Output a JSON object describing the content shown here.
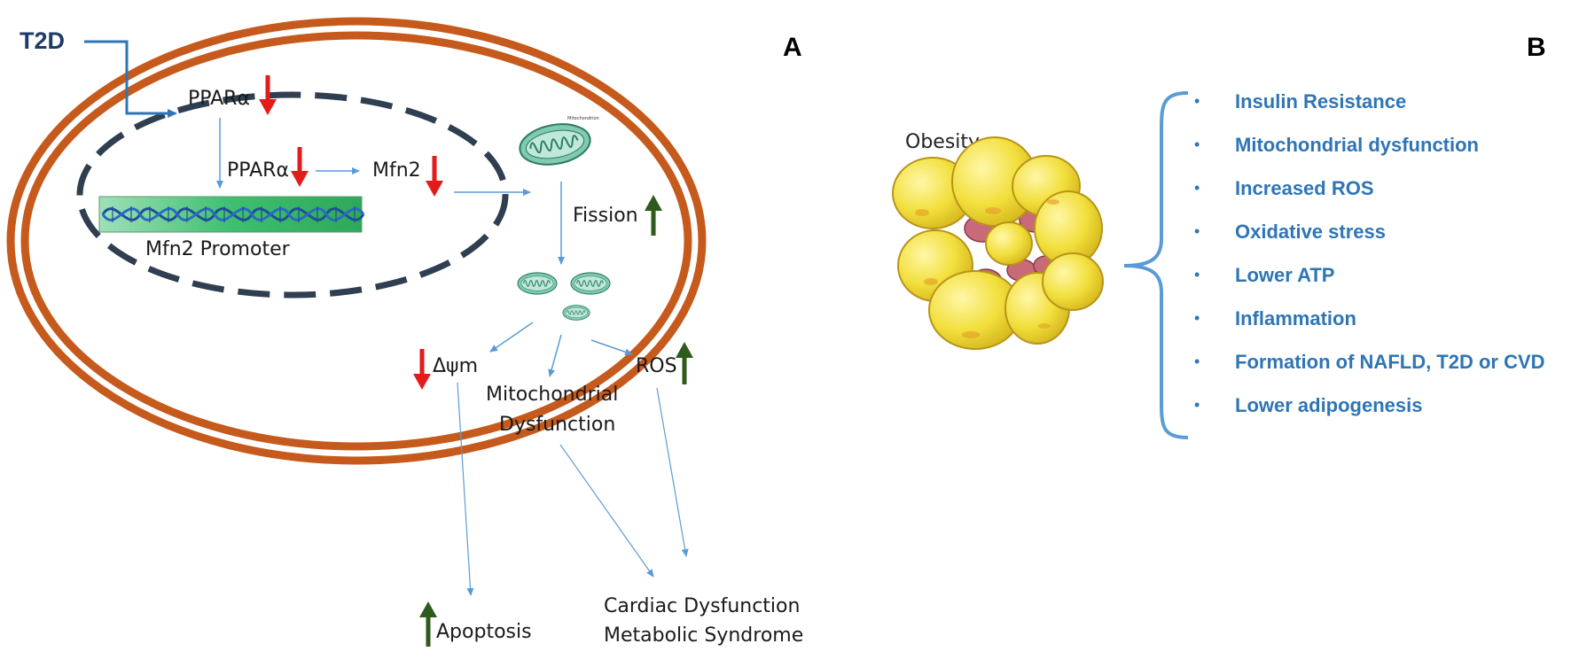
{
  "panel_a": {
    "panel_label": "A",
    "trigger": "T2D",
    "ppar_cytoplasm": "PPARα",
    "ppar_nucleus": "PPARα",
    "mfn2": "Mfn2",
    "promoter": "Mfn2 Promoter",
    "mito_label": "Mitochondrion",
    "fission": "Fission",
    "dpsi": "Δψm",
    "ros": "ROS",
    "mito_dysfunction": [
      "Mitochondrial",
      "Dysfunction"
    ],
    "apoptosis": "Apoptosis",
    "outcomes": [
      "Cardiac Dysfunction",
      "Metabolic Syndrome"
    ]
  },
  "panel_b": {
    "panel_label": "B",
    "obesity": "Obesity",
    "effects": [
      "Insulin Resistance",
      "Mitochondrial dysfunction",
      "Increased ROS",
      "Oxidative stress",
      "Lower ATP",
      "Inflammation",
      "Formation of NAFLD, T2D or CVD",
      "Lower adipogenesis"
    ],
    "bullet": "•"
  },
  "colors": {
    "cell_membrane": "#c55a1c",
    "nucleus_dash": "#2f3e50",
    "flow_arrow": "#5b9bd5",
    "down_arrow": "#e31b1b",
    "up_arrow": "#2e5a1c",
    "t2d": "#1f3a68",
    "effect_text": "#2e75b6",
    "mito_fill": "#7fcab0",
    "fat_cell": "#f2df3c",
    "immune_cell": "#c86a7a"
  }
}
